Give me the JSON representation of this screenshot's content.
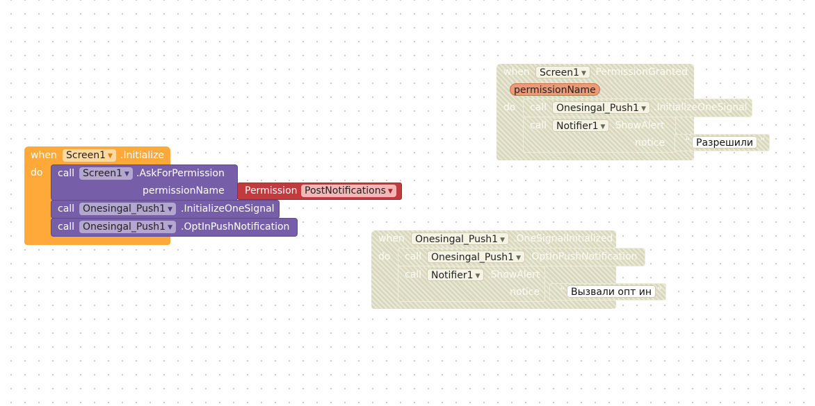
{
  "block1": {
    "when": "when",
    "component": "Screen1",
    "event": ".Initialize",
    "do": "do",
    "call1": {
      "call": "call",
      "component": "Screen1",
      "method": ".AskForPermission",
      "arg_label": "permissionName",
      "permission": {
        "label": "Permission",
        "value": "PostNotifications"
      }
    },
    "call2": {
      "call": "call",
      "component": "Onesingal_Push1",
      "method": ".InitializeOneSignal"
    },
    "call3": {
      "call": "call",
      "component": "Onesingal_Push1",
      "method": ".OptInPushNotification"
    }
  },
  "block2": {
    "when": "when",
    "component": "Screen1",
    "event": ".PermissionGranted",
    "param": "permissionName",
    "do": "do",
    "call1": {
      "call": "call",
      "component": "Onesingal_Push1",
      "method": ".InitializeOneSignal"
    },
    "call2": {
      "call": "call",
      "component": "Notifier1",
      "method": ".ShowAlert",
      "arg_label": "notice",
      "text": "Разрешили"
    }
  },
  "block3": {
    "when": "when",
    "component": "Onesingal_Push1",
    "event": ".OneSignalInitialized",
    "do": "do",
    "call1": {
      "call": "call",
      "component": "Onesingal_Push1",
      "method": ".OptInPushNotification"
    },
    "call2": {
      "call": "call",
      "component": "Notifier1",
      "method": ".ShowAlert",
      "arg_label": "notice",
      "text": "Вызвали опт ин"
    }
  },
  "quote_open": "“",
  "quote_close": "”",
  "dropdown_arrow": "▼"
}
